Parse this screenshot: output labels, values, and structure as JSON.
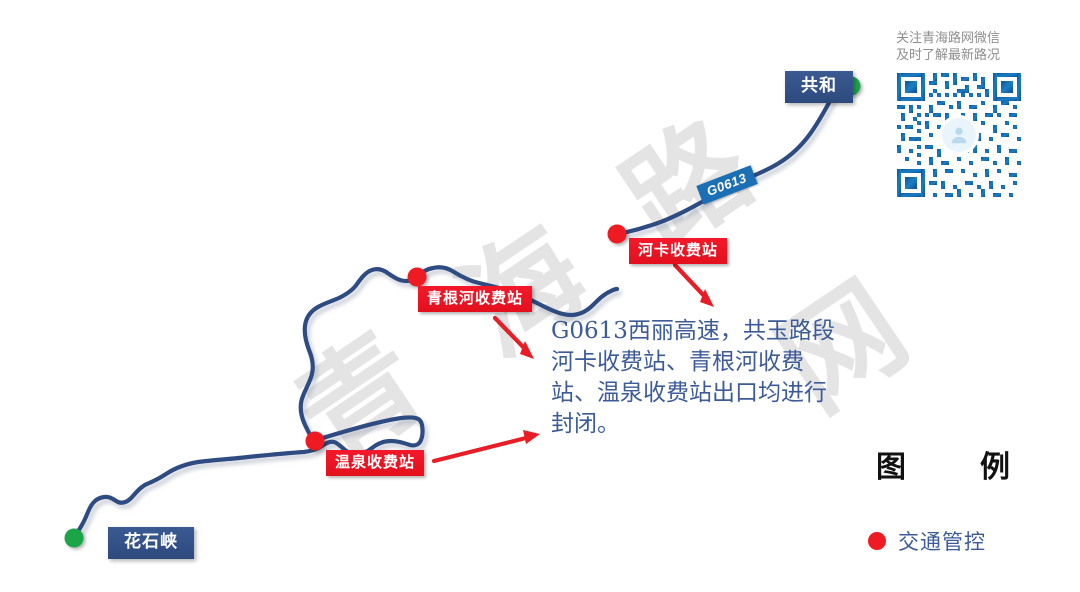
{
  "map": {
    "route_label": "G0613",
    "endpoints": [
      {
        "name": "共和",
        "marker": "green-dot"
      },
      {
        "name": "花石峡",
        "marker": "green-dot"
      }
    ],
    "toll_stations": [
      {
        "name": "河卡收费站",
        "marker": "red-dot"
      },
      {
        "name": "青根河收费站",
        "marker": "red-dot"
      },
      {
        "name": "温泉收费站",
        "marker": "red-dot"
      }
    ],
    "watermark": "青海路网"
  },
  "annotation": {
    "text": "G0613西丽高速，共玉路段河卡收费站、青根河收费站、温泉收费站出口均进行封闭。"
  },
  "qr": {
    "caption_line1": "关注青海路网微信",
    "caption_line2": "及时了解最新路况",
    "icon": "person-icon"
  },
  "legend": {
    "title": "图　例",
    "items": [
      {
        "label": "交通管控",
        "marker": "red-dot",
        "color": "#ee1b24"
      }
    ]
  },
  "colors": {
    "road": "#2f4b82",
    "toll_red": "#ee1b24",
    "endpoint_green": "#1aa44a",
    "city_navy": "#2d4a7e",
    "route_blue": "#1b6fb5",
    "annotation_blue": "#3c5b97",
    "caption_gray": "#8e8e8e"
  }
}
